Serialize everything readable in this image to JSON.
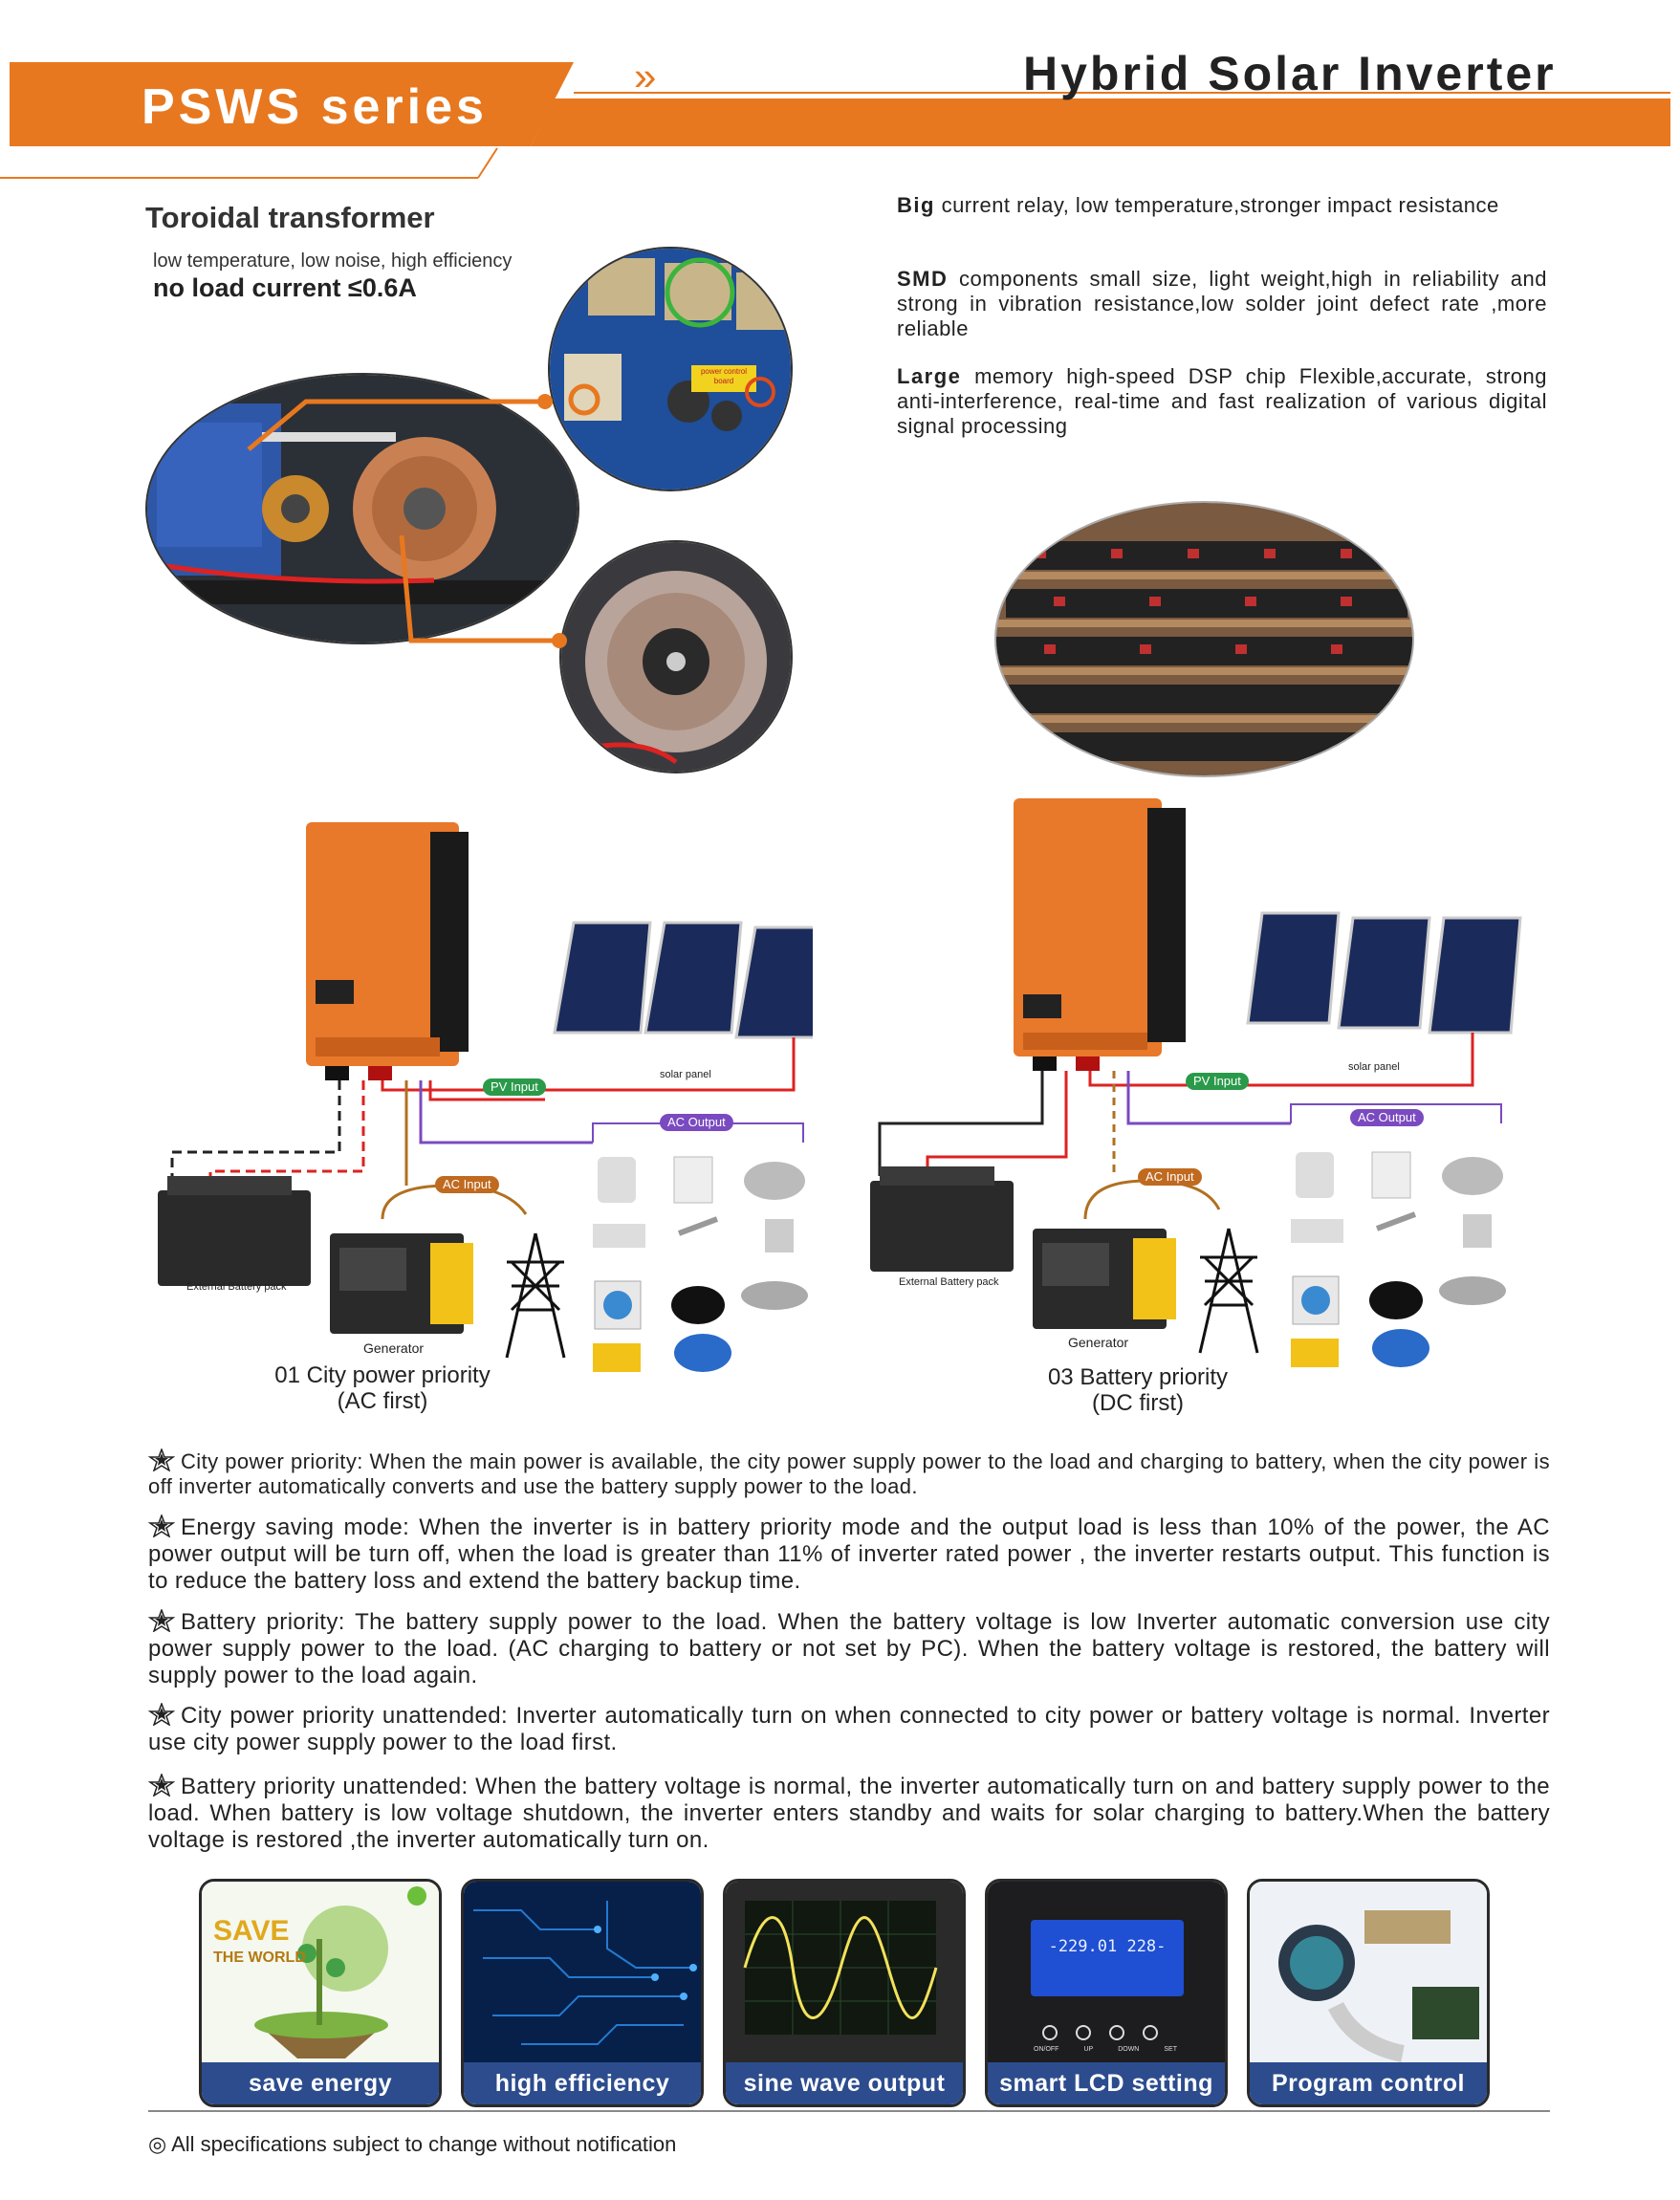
{
  "header": {
    "series": "PSWS  series",
    "chevron": "»",
    "title": "Hybrid Solar Inverter",
    "bar_color": "#e7781f"
  },
  "toroidal": {
    "title": "Toroidal transformer",
    "subtitle": "low temperature, low noise, high efficiency",
    "current": "no load current  ≤0.6A",
    "board_label_1": "power control",
    "board_label_2": "board"
  },
  "features": [
    {
      "lead": "Big",
      "text": " current relay, low temperature,stronger impact resistance"
    },
    {
      "lead": "SMD",
      "text": " components small size, light weight,high in reliability and strong in vibration resistance,low solder joint defect rate ,more reliable"
    },
    {
      "lead": "Large",
      "text": " memory high-speed DSP chip Flexible,accurate, strong anti-interference, real-time and fast realization of various digital signal processing"
    }
  ],
  "diagram_left": {
    "pv_input": "PV Input",
    "solar_panel": "solar panel",
    "ac_output": "AC Output",
    "ac_input": "AC Input",
    "battery": "External Battery pack",
    "generator": "Generator",
    "caption_1": "01 City power priority",
    "caption_2": "(AC first)"
  },
  "diagram_right": {
    "pv_input": "PV Input",
    "solar_panel": "solar panel",
    "ac_output": "AC Output",
    "ac_input": "AC Input",
    "battery": "External Battery pack",
    "generator": "Generator",
    "caption_1": "03 Battery priority",
    "caption_2": "(DC first)"
  },
  "descriptions": [
    "City power priority: When the main power is available, the city power supply power to the load and charging to battery, when the city power is off inverter automatically converts and use the battery supply power to the load.",
    "Energy saving mode: When the inverter is in battery priority mode and the output load is less than 10% of the power, the AC power output will be turn off, when the load is greater than 11% of inverter rated power , the inverter restarts output. This function is to reduce the battery loss and extend the battery backup time.",
    "Battery priority: The battery supply power to the load. When the battery voltage is low Inverter automatic conversion use city power supply power to the load. (AC charging to battery or not set by PC). When the battery voltage is restored, the battery will supply power to the load again.",
    "City power priority unattended: Inverter automatically turn on when connected to city power or battery voltage is normal. Inverter use city power supply power to the load first.",
    "Battery priority unattended: When the battery voltage is normal, the inverter automatically turn on and battery supply power to the load. When battery is low voltage shutdown, the inverter enters standby and waits for solar charging to battery.When the battery voltage is restored ,the inverter automatically turn on."
  ],
  "tiles": [
    {
      "label": "save energy",
      "art_1": "SAVE",
      "art_2": "THE WORLD"
    },
    {
      "label": "high efficiency"
    },
    {
      "label": "sine wave output"
    },
    {
      "label": "smart LCD setting",
      "lcd": "-229.01  228-",
      "buttons": [
        "ON/OFF",
        "UP",
        "DOWN",
        "SET"
      ]
    },
    {
      "label": "Program control"
    }
  ],
  "footer": "◎ All specifications subject to change without notification"
}
